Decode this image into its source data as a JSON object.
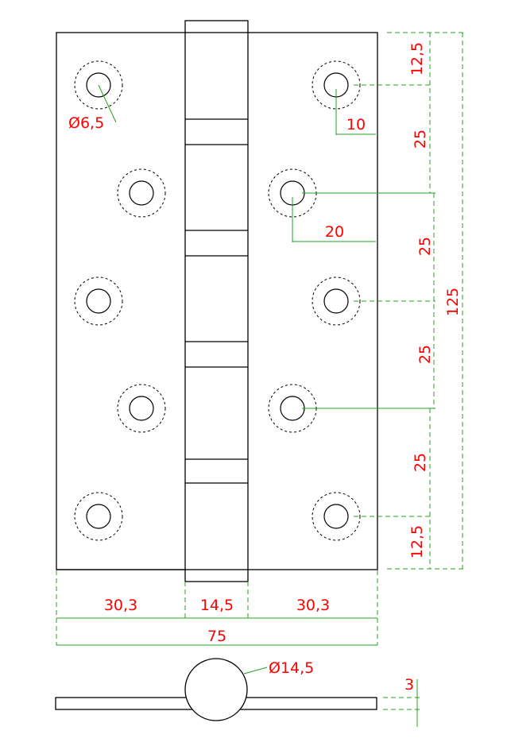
{
  "colors": {
    "outline": "#000000",
    "dimension_line": "#22a022",
    "dimension_text": "#ff0000",
    "background": "#ffffff"
  },
  "dimensions": {
    "hole_diameter": "Ø6,5",
    "hole_edge_offset": "10",
    "hole_inner_offset": "20",
    "leaf_width_left": "30,3",
    "knuckle_width": "14,5",
    "leaf_width_right": "30,3",
    "overall_width": "75",
    "end_spacing_top": "12,5",
    "hole_spacing_1": "25",
    "hole_spacing_2": "25",
    "hole_spacing_3": "25",
    "hole_spacing_4": "25",
    "end_spacing_bottom": "12,5",
    "overall_height": "125",
    "pin_diameter": "Ø14,5",
    "leaf_thickness": "3"
  }
}
